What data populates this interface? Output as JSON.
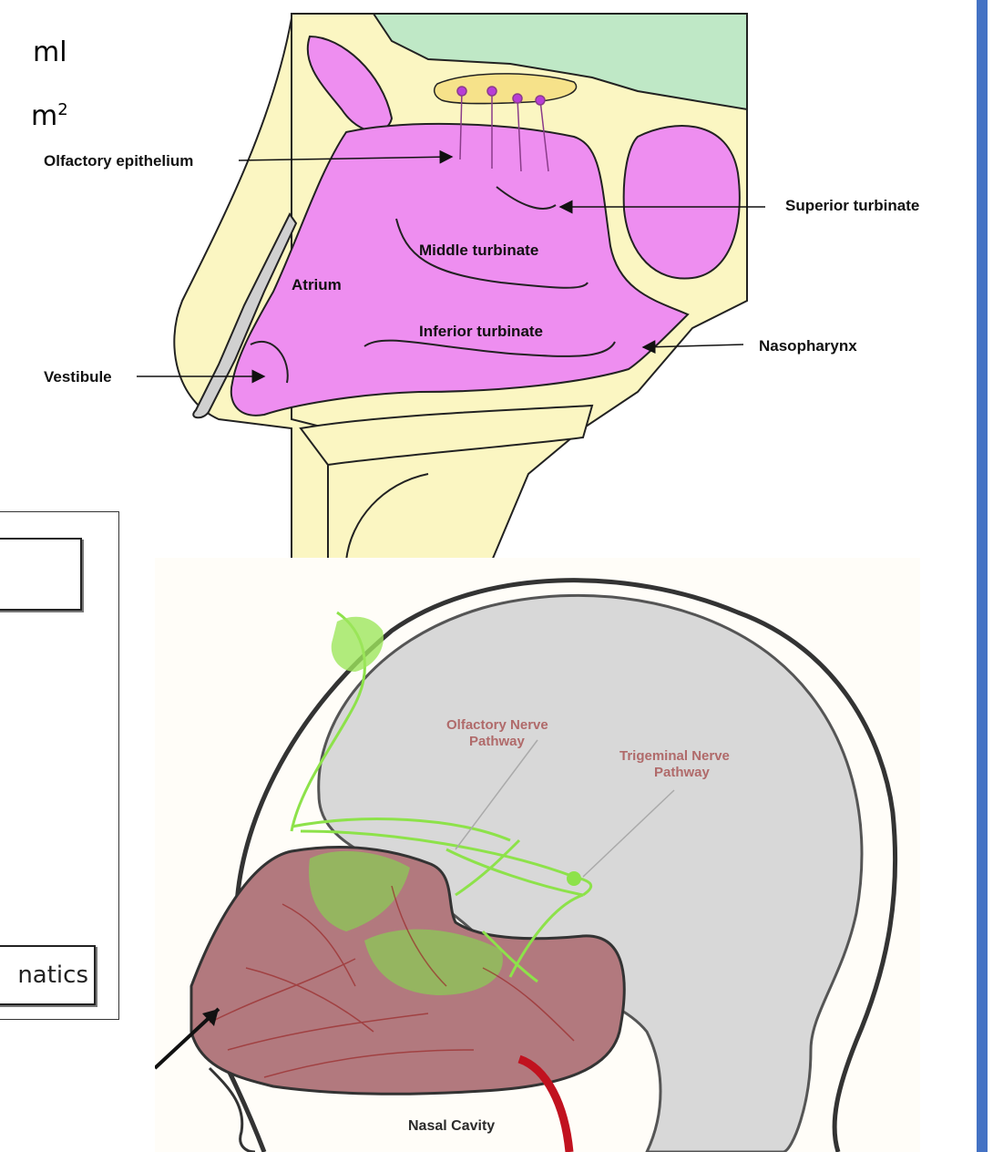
{
  "fragments": {
    "top_unit": "ml",
    "area_unit": "m",
    "area_exp": "2",
    "box_label_fragment": "natics"
  },
  "nasal_diagram": {
    "labels": {
      "olfactory_epithelium": "Olfactory epithelium",
      "superior_turbinate": "Superior turbinate",
      "middle_turbinate": "Middle turbinate",
      "atrium": "Atrium",
      "inferior_turbinate": "Inferior turbinate",
      "nasopharynx": "Nasopharynx",
      "vestibule": "Vestibule"
    }
  },
  "head_diagram": {
    "labels": {
      "olfactory_pathway_line1": "Olfactory Nerve",
      "olfactory_pathway_line2": "Pathway",
      "trigeminal_pathway_line1": "Trigeminal Nerve",
      "trigeminal_pathway_line2": "Pathway",
      "nasal_cavity": "Nasal Cavity"
    }
  },
  "colors": {
    "mucosa": "#ee8ef0",
    "bone": "#fbf6c2",
    "brain_top": "#bfe8c6",
    "brain_gray": "#d8d8d8",
    "cavity_red": "#b2797e",
    "nerve_green": "#8de24a",
    "accent_bar": "#4472c4"
  }
}
